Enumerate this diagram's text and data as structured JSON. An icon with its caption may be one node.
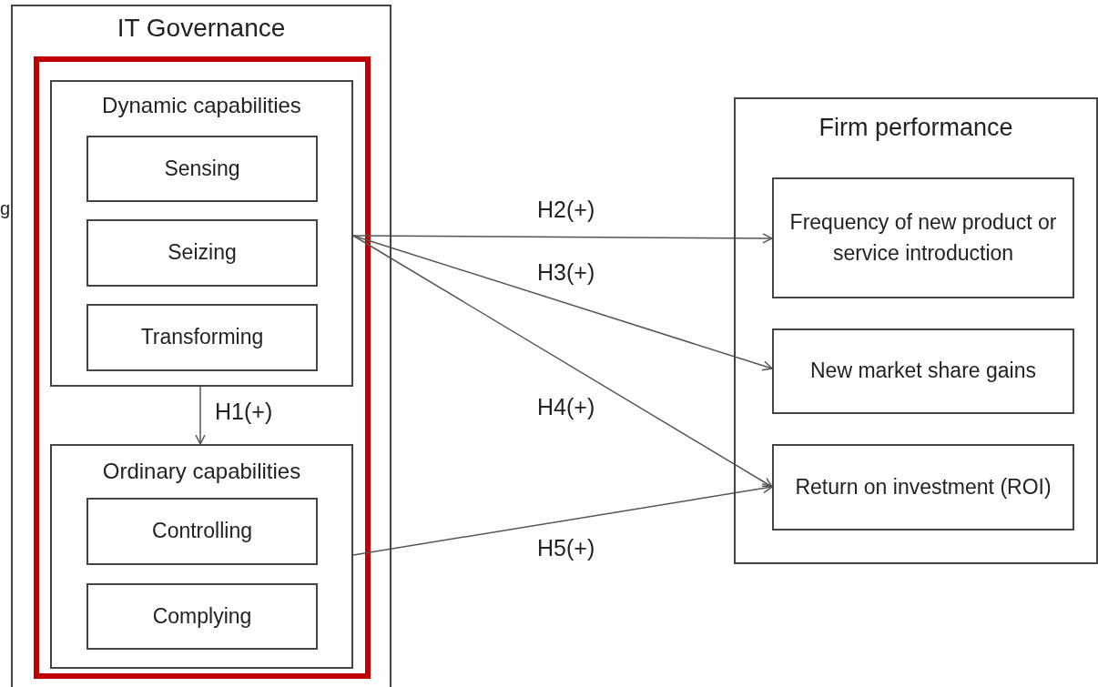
{
  "diagram": {
    "nodes": [
      {
        "text": [
          "IT Governance"
        ]
      },
      {
        "text": [
          "Dynamic capabilities"
        ],
        "in": 0
      },
      {
        "text": [
          "Sensing"
        ],
        "in": 1
      },
      {
        "text": [
          "Seizing"
        ],
        "in": 1
      },
      {
        "text": [
          "Transforming"
        ],
        "in": 1
      },
      {
        "text": [
          "Ordinary capabilities"
        ],
        "in": 0
      },
      {
        "text": [
          "Controlling"
        ],
        "in": 5
      },
      {
        "text": [
          "Complying"
        ],
        "in": 5
      },
      {
        "text": [
          "Firm performance"
        ]
      },
      {
        "text": [
          "Frequency of new product or service introduction"
        ],
        "in": 8
      },
      {
        "text": [
          "New market share gains"
        ],
        "in": 8
      },
      {
        "text": [
          "Return on investment (ROI)"
        ],
        "in": 8
      }
    ],
    "edges": [
      {
        "from": 1,
        "to": 5,
        "arrow": "to",
        "label": "H1(+)"
      },
      {
        "from": 1,
        "to": 9,
        "arrow": "to",
        "label": "H2(+)"
      },
      {
        "from": 1,
        "to": 10,
        "arrow": "to",
        "label": "H3(+)"
      },
      {
        "from": 1,
        "to": 11,
        "arrow": "to",
        "label": "H4(+)"
      },
      {
        "from": 5,
        "to": 11,
        "arrow": "to",
        "label": "H5(+)"
      }
    ],
    "labels": [
      "g"
    ]
  }
}
